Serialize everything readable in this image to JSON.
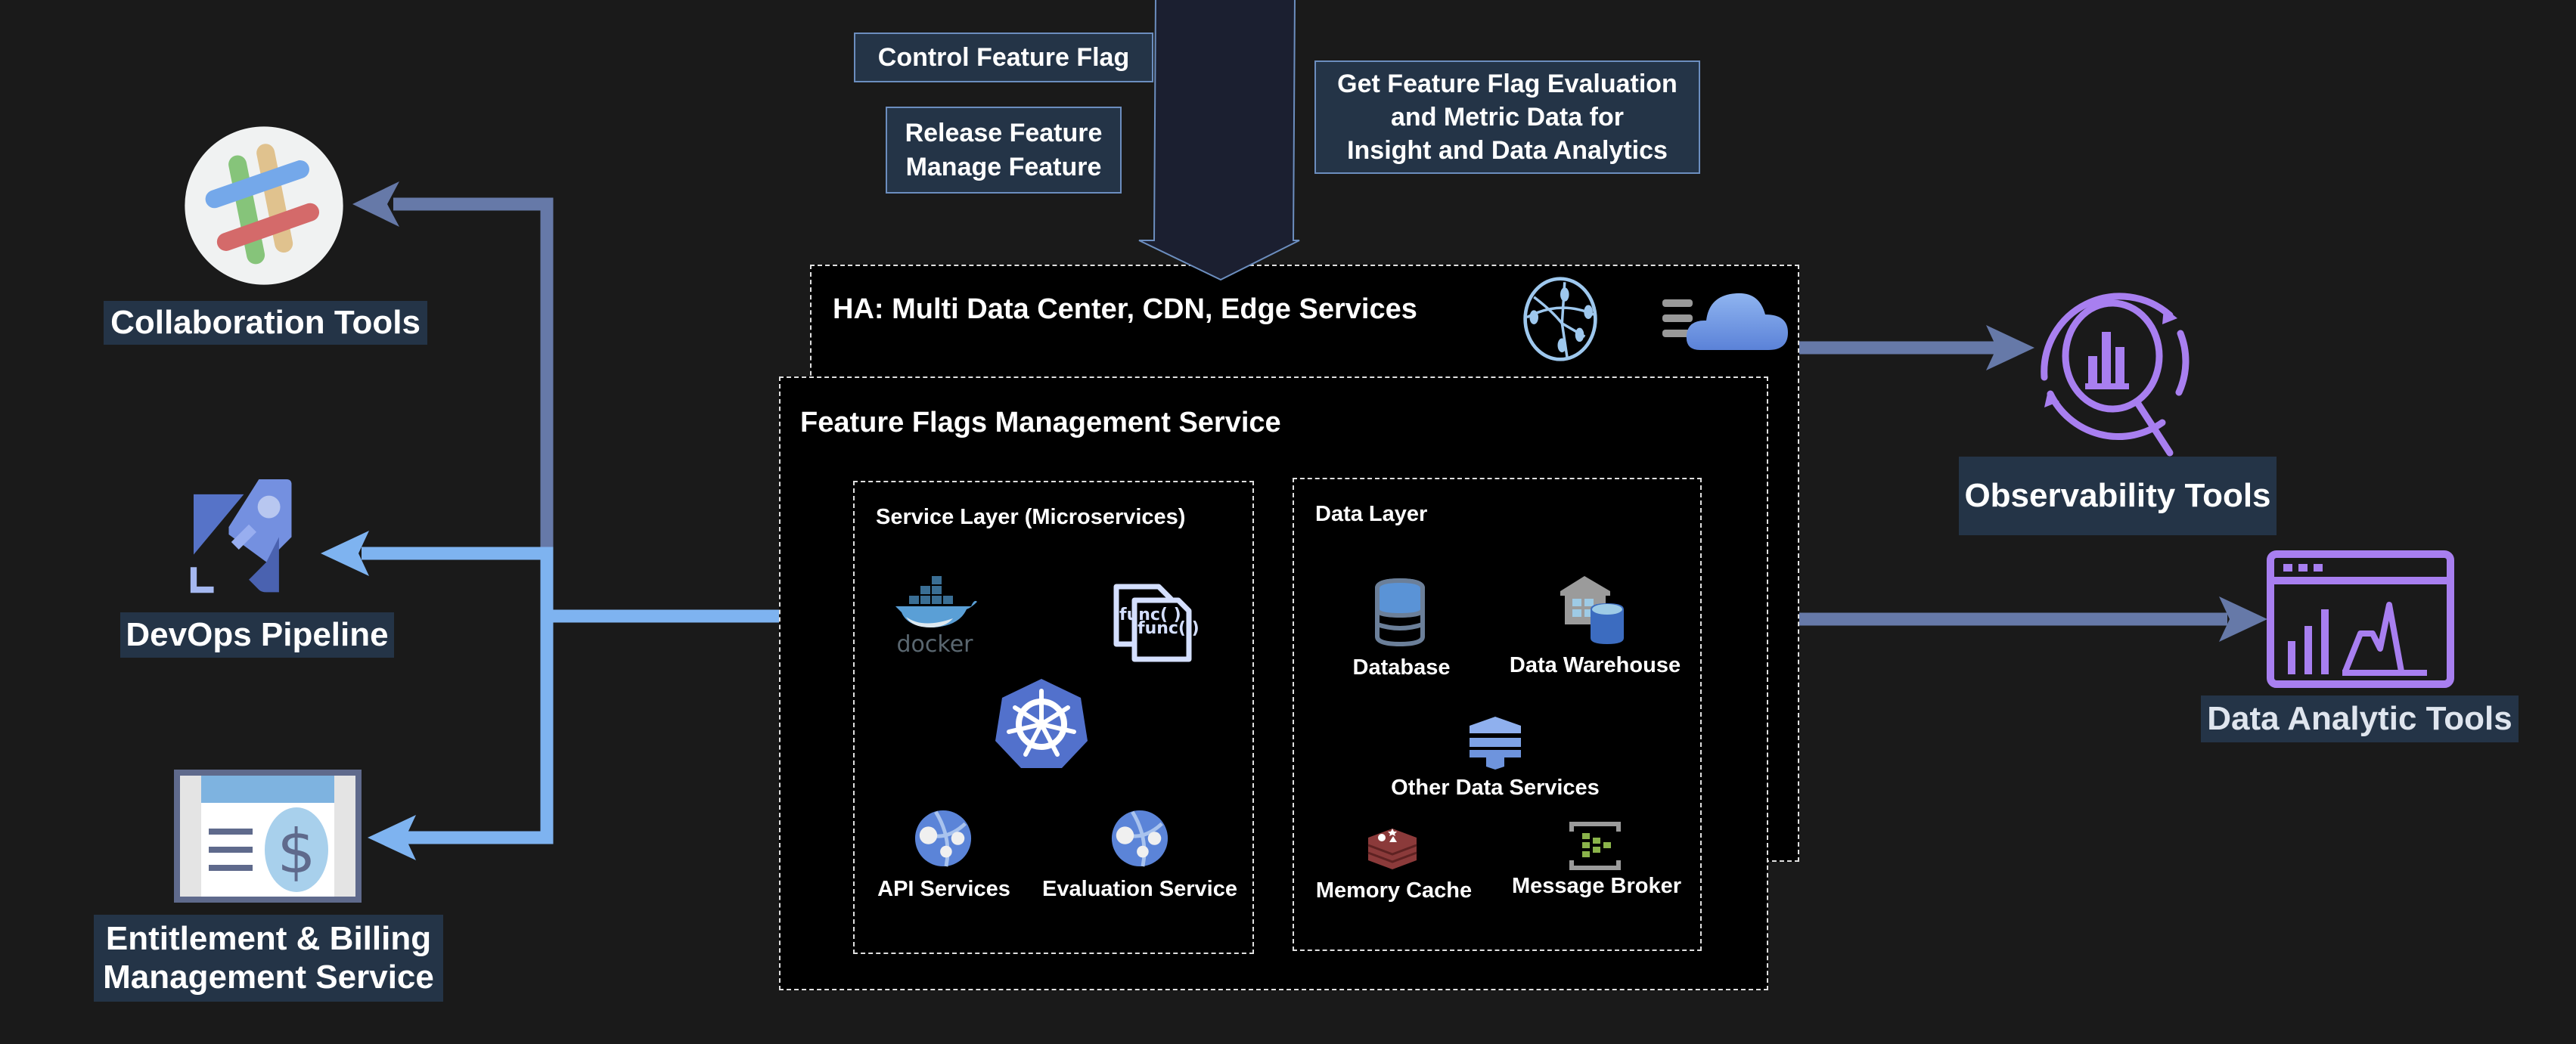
{
  "top_annotations": {
    "control_flag": "Control Feature Flag",
    "release_line1": "Release Feature",
    "release_line2": "Manage Feature",
    "evaluation_line1": "Get Feature Flag Evaluation",
    "evaluation_line2": "and Metric Data for",
    "evaluation_line3": "Insight and Data Analytics"
  },
  "ha_layer": {
    "title": "HA: Multi Data Center, CDN, Edge Services",
    "icons": [
      "network-globe-icon",
      "cloud-icon"
    ]
  },
  "ffms": {
    "title": "Feature Flags Management Service",
    "service_layer": {
      "title": "Service Layer (Microservices)",
      "items": [
        {
          "label": "docker",
          "icon": "docker-icon"
        },
        {
          "label": "func( )",
          "icon": "function-icon"
        },
        {
          "label": "",
          "icon": "kubernetes-icon"
        },
        {
          "label": "API Services",
          "icon": "app-service-globe-icon"
        },
        {
          "label": "Evaluation Service",
          "icon": "app-service-globe-icon"
        }
      ]
    },
    "data_layer": {
      "title": "Data Layer",
      "items": [
        {
          "label": "Database",
          "icon": "database-icon"
        },
        {
          "label": "Data Warehouse",
          "icon": "data-warehouse-icon"
        },
        {
          "label": "Other Data Services",
          "icon": "data-services-icon"
        },
        {
          "label": "Memory Cache",
          "icon": "redis-icon"
        },
        {
          "label": "Message Broker",
          "icon": "message-broker-icon"
        }
      ]
    }
  },
  "left_integrations": [
    {
      "label": "Collaboration Tools",
      "icon": "slack-icon"
    },
    {
      "label": "DevOps Pipeline",
      "icon": "pipeline-rocket-icon"
    },
    {
      "label_line1": "Entitlement & Billing",
      "label_line2": "Management Service",
      "icon": "billing-icon"
    }
  ],
  "right_integrations": [
    {
      "label": "Observability Tools",
      "icon": "observability-icon"
    },
    {
      "label": "Data Analytic Tools",
      "icon": "analytics-dashboard-icon"
    }
  ],
  "colors": {
    "background": "#1a1a1a",
    "label_bg": "#243447",
    "connector_light": "#7eb3f0",
    "connector_muted": "#6679a8",
    "accent_purple": "#a87ff0",
    "arrow_fill": "#1b1f30"
  }
}
